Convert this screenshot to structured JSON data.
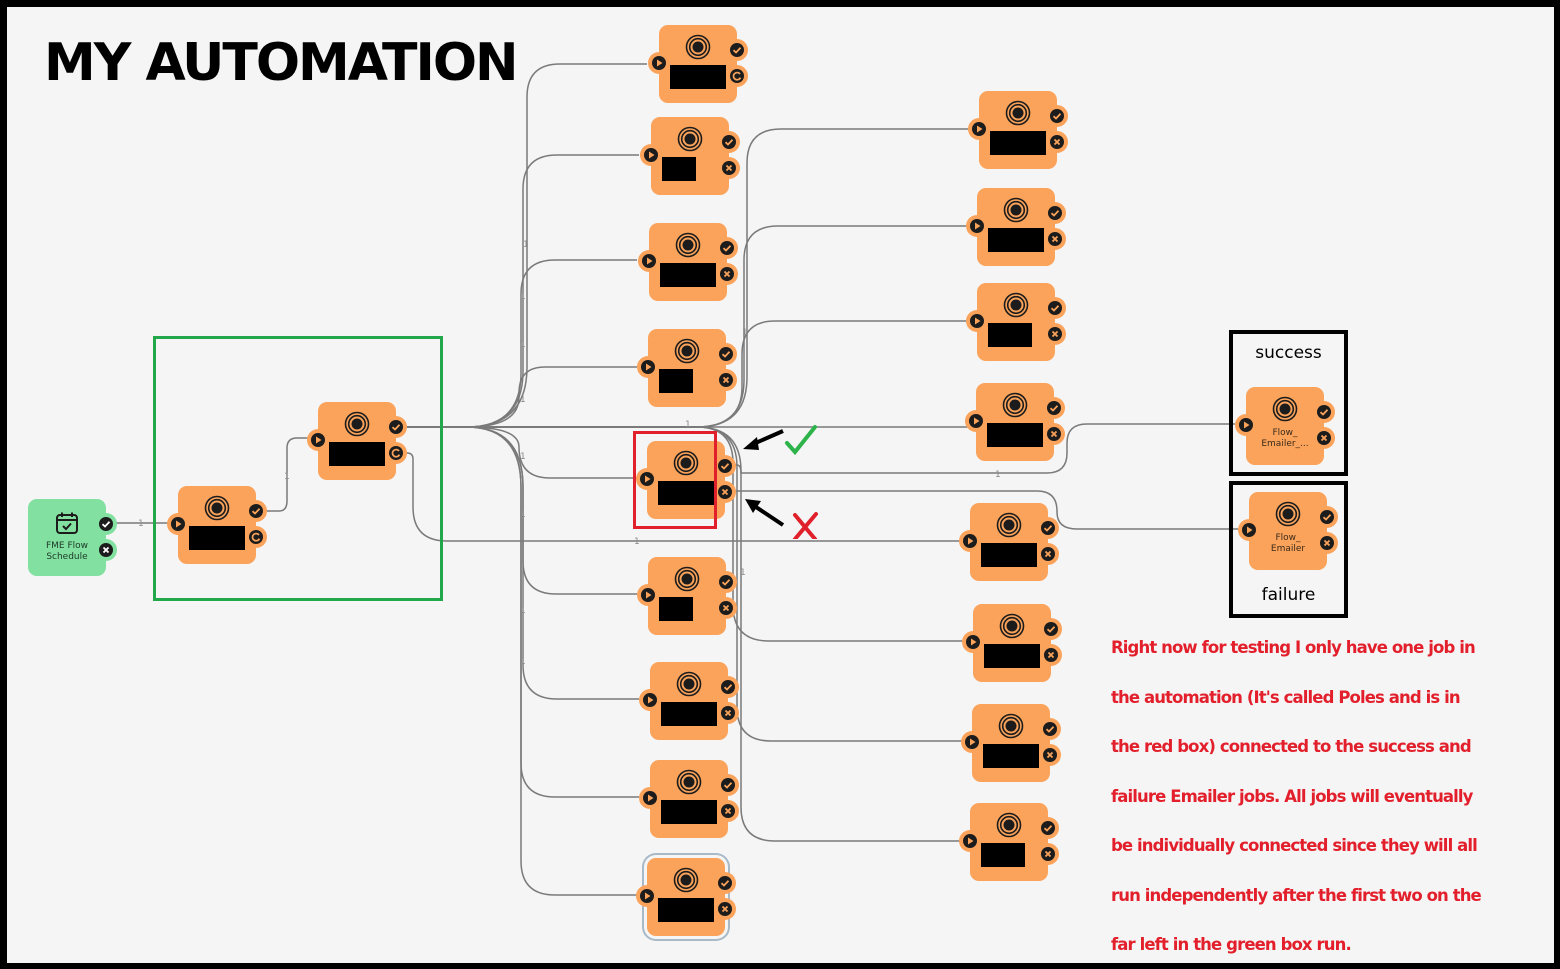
{
  "page": {
    "title": "MY AUTOMATION"
  },
  "colors": {
    "job_node": "#fba35a",
    "trigger_node": "#82e0a0",
    "wire": "#7a7a7a",
    "green_box": "#22a84a",
    "red_box": "#e0202a",
    "note_text": "#e21f2b",
    "check_mark": "#2db34a",
    "x_mark": "#e0202a"
  },
  "trigger": {
    "label_line1": "FME Flow",
    "label_line2": "Schedule",
    "icon": "calendar-check-icon",
    "out_link_label": "1"
  },
  "nodes": {
    "first_job": {
      "label": "[redacted]",
      "output_ports": [
        "success",
        "retry"
      ]
    },
    "second_job": {
      "label": "[redacted]",
      "output_ports": [
        "success",
        "retry"
      ],
      "link_label": "1"
    },
    "middle_column": [
      {
        "label": "[redacted]",
        "output_ports": [
          "success",
          "retry"
        ]
      },
      {
        "label": "[redacted]",
        "output_ports": [
          "success",
          "failure"
        ]
      },
      {
        "label": "[redacted]",
        "output_ports": [
          "success",
          "failure"
        ]
      },
      {
        "label": "[redacted]",
        "output_ports": [
          "success",
          "failure"
        ]
      },
      {
        "label": "Poles (redacted)",
        "output_ports": [
          "success",
          "failure"
        ],
        "highlighted": true
      },
      {
        "label": "[redacted]",
        "output_ports": [
          "success",
          "failure"
        ]
      },
      {
        "label": "[redacted]",
        "output_ports": [
          "success",
          "failure"
        ]
      },
      {
        "label": "[redacted]",
        "output_ports": [
          "success",
          "failure"
        ]
      },
      {
        "label": "[redacted]",
        "output_ports": [
          "success",
          "failure"
        ],
        "selected": true
      }
    ],
    "right_column": [
      {
        "label": "[redacted]",
        "output_ports": [
          "success",
          "failure"
        ]
      },
      {
        "label": "[redacted]",
        "output_ports": [
          "success",
          "failure"
        ]
      },
      {
        "label": "[redacted]",
        "output_ports": [
          "success",
          "failure"
        ]
      },
      {
        "label": "[redacted]",
        "output_ports": [
          "success",
          "failure"
        ]
      },
      {
        "label": "[redacted]",
        "output_ports": [
          "success",
          "failure"
        ]
      },
      {
        "label": "[redacted]",
        "output_ports": [
          "success",
          "failure"
        ]
      },
      {
        "label": "[redacted]",
        "output_ports": [
          "success",
          "failure"
        ]
      },
      {
        "label": "[redacted]",
        "output_ports": [
          "success",
          "failure"
        ]
      }
    ],
    "success_emailer": {
      "label_line1": "Flow_",
      "label_line2": "Emailer_..."
    },
    "failure_emailer": {
      "label_line1": "Flow_",
      "label_line2": "Emailer"
    }
  },
  "link_labels": [
    "1",
    "1",
    "1",
    "1",
    "1",
    "1",
    "1",
    "1",
    "1",
    "1",
    "1",
    "1",
    "1"
  ],
  "annotations": {
    "success_caption": "success",
    "failure_caption": "failure",
    "success_mark": "check-mark",
    "failure_mark": "x-mark",
    "note_lines": [
      "Right now for testing I only have one job in",
      "the automation (It's called Poles and is in",
      "the red box) connected to the success and",
      "failure Emailer jobs. All jobs will eventually",
      "be individually connected since they will all",
      "run independently after the first two on the",
      "far left in the green box run."
    ]
  }
}
